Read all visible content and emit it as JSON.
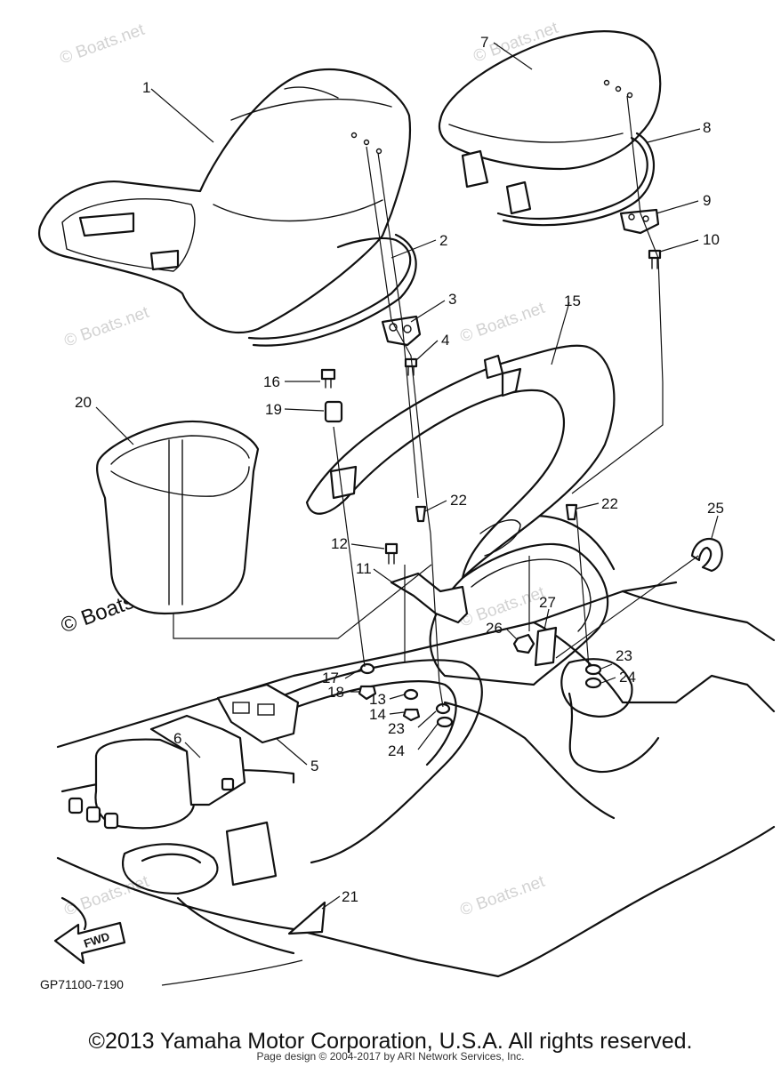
{
  "diagram": {
    "part_code": "GP71100-7190",
    "direction_label": "FWD",
    "callouts": [
      {
        "id": "c1",
        "label": "1"
      },
      {
        "id": "c2",
        "label": "2"
      },
      {
        "id": "c3",
        "label": "3"
      },
      {
        "id": "c4",
        "label": "4"
      },
      {
        "id": "c5",
        "label": "5"
      },
      {
        "id": "c6",
        "label": "6"
      },
      {
        "id": "c7",
        "label": "7"
      },
      {
        "id": "c8",
        "label": "8"
      },
      {
        "id": "c9",
        "label": "9"
      },
      {
        "id": "c10",
        "label": "10"
      },
      {
        "id": "c11",
        "label": "11"
      },
      {
        "id": "c12",
        "label": "12"
      },
      {
        "id": "c13",
        "label": "13"
      },
      {
        "id": "c14",
        "label": "14"
      },
      {
        "id": "c15",
        "label": "15"
      },
      {
        "id": "c16",
        "label": "16"
      },
      {
        "id": "c17",
        "label": "17"
      },
      {
        "id": "c18",
        "label": "18"
      },
      {
        "id": "c19",
        "label": "19"
      },
      {
        "id": "c20",
        "label": "20"
      },
      {
        "id": "c21",
        "label": "21"
      },
      {
        "id": "c22a",
        "label": "22"
      },
      {
        "id": "c22b",
        "label": "22"
      },
      {
        "id": "c23a",
        "label": "23"
      },
      {
        "id": "c23b",
        "label": "23"
      },
      {
        "id": "c24a",
        "label": "24"
      },
      {
        "id": "c24b",
        "label": "24"
      },
      {
        "id": "c25",
        "label": "25"
      },
      {
        "id": "c26",
        "label": "26"
      },
      {
        "id": "c27",
        "label": "27"
      }
    ]
  },
  "watermark": {
    "text": "© Boats.net",
    "dark_text": "© Boats.net"
  },
  "footer": {
    "copyright": "©2013 Yamaha Motor Corporation, U.S.A. All rights reserved.",
    "page_credit": "Page design © 2004-2017 by ARI Network Services, Inc."
  }
}
